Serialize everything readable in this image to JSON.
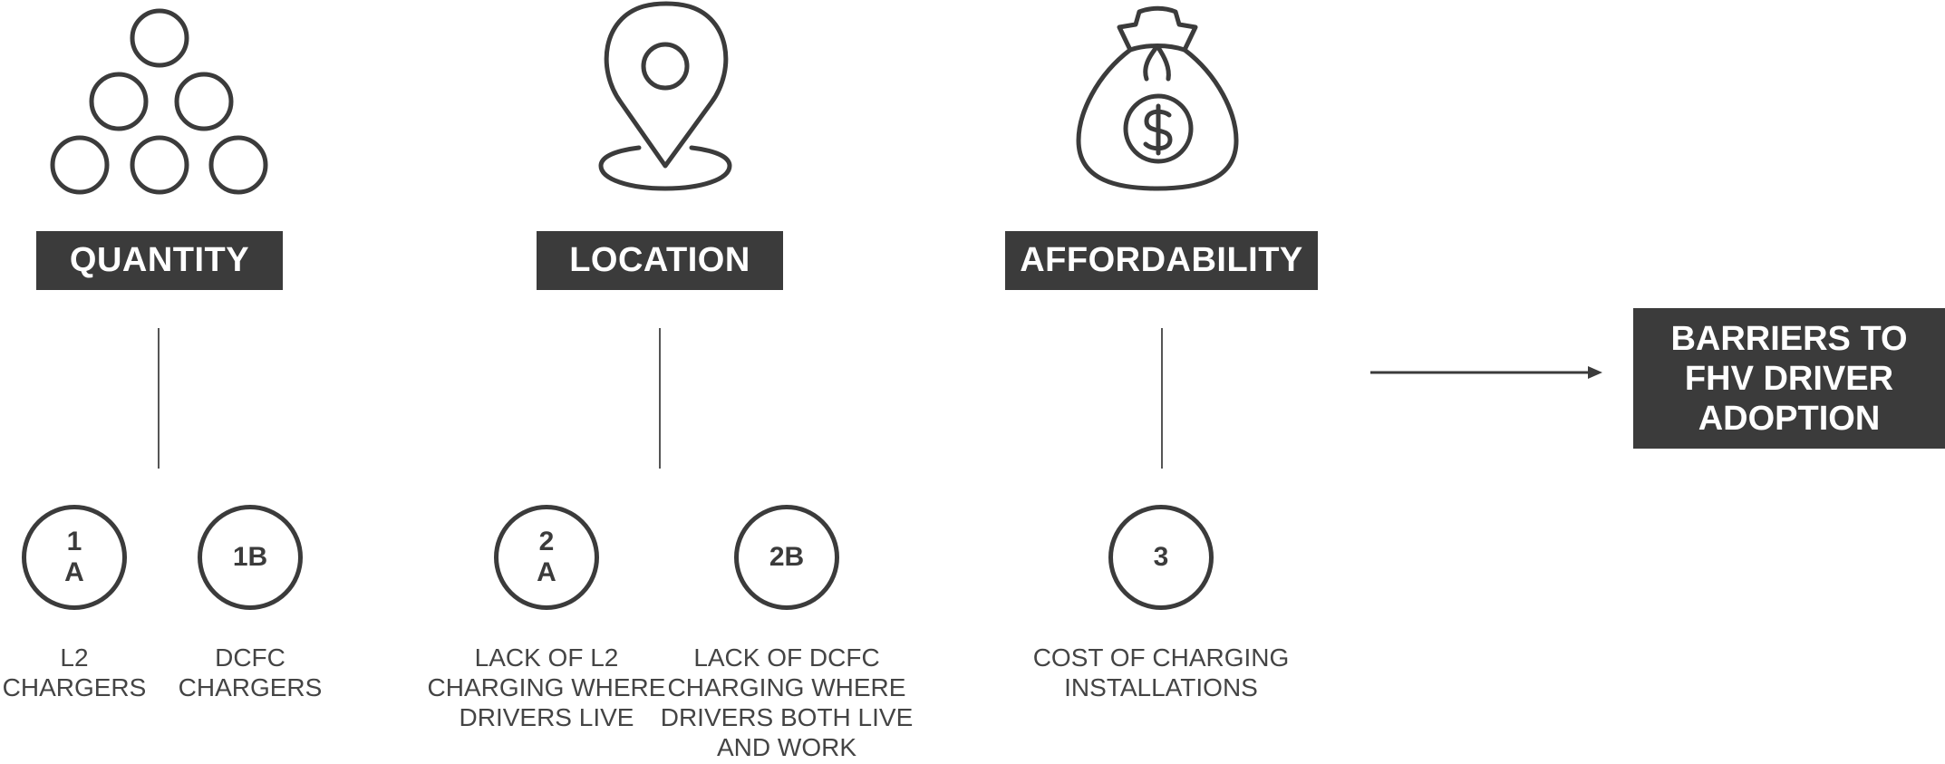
{
  "categories": [
    {
      "label": "QUANTITY",
      "icon": "circles-pyramid-icon",
      "items": [
        {
          "badge": [
            "1",
            "A"
          ],
          "desc": [
            "L2",
            "CHARGERS"
          ]
        },
        {
          "badge": [
            "1B"
          ],
          "desc": [
            "DCFC",
            "CHARGERS"
          ]
        }
      ]
    },
    {
      "label": "LOCATION",
      "icon": "map-pin-icon",
      "items": [
        {
          "badge": [
            "2",
            "A"
          ],
          "desc": [
            "LACK OF L2",
            "CHARGING WHERE",
            "DRIVERS LIVE"
          ]
        },
        {
          "badge": [
            "2B"
          ],
          "desc": [
            "LACK OF DCFC",
            "CHARGING WHERE",
            "DRIVERS BOTH LIVE",
            "AND WORK"
          ]
        }
      ]
    },
    {
      "label": "AFFORDABILITY",
      "icon": "money-bag-icon",
      "items": [
        {
          "badge": [
            "3"
          ],
          "desc": [
            "COST OF CHARGING",
            "INSTALLATIONS"
          ]
        }
      ]
    }
  ],
  "barrier": {
    "lines": [
      "BARRIERS TO",
      "FHV DRIVER",
      "ADOPTION"
    ]
  },
  "colors": {
    "dark": "#3b3b3b",
    "text": "#444444",
    "background": "#ffffff"
  }
}
